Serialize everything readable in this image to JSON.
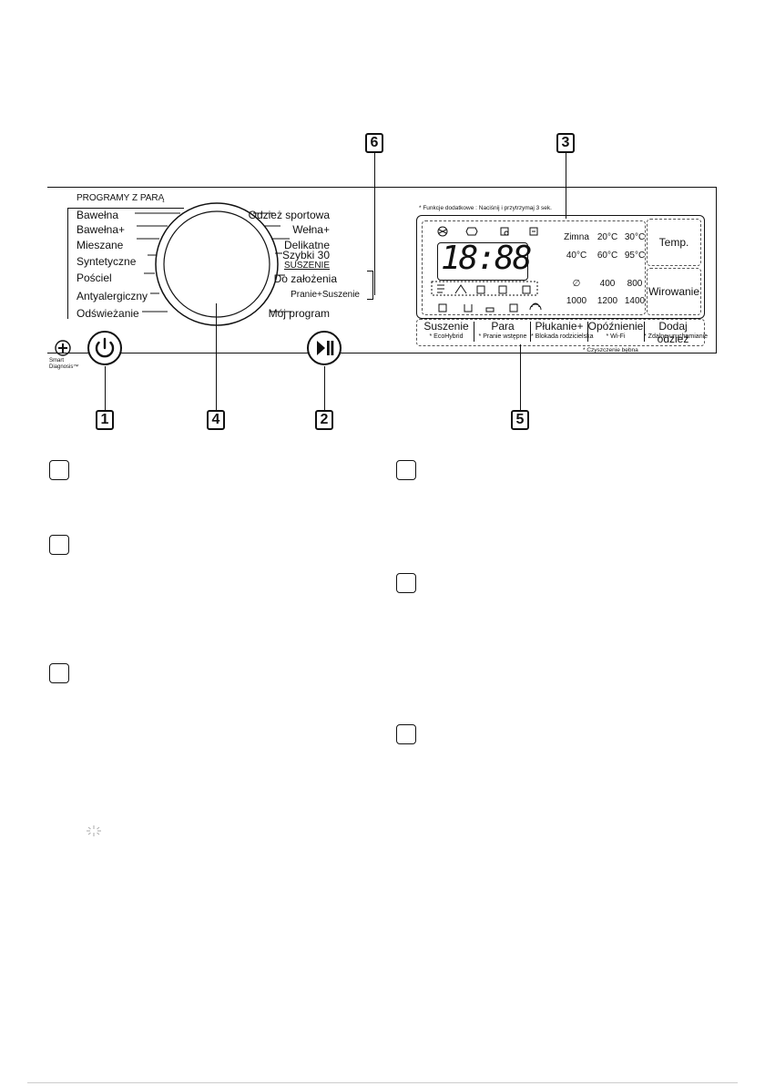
{
  "callouts": [
    "1",
    "2",
    "3",
    "4",
    "5",
    "6"
  ],
  "left_programs": {
    "header": "PROGRAMY Z PARĄ",
    "items": [
      "Bawełna",
      "Bawełna+",
      "Mieszane",
      "Syntetyczne",
      "Pościel",
      "Antyalergiczny",
      "Odświeżanie"
    ]
  },
  "right_programs": {
    "items": [
      "Odzież sportowa",
      "Wełna+",
      "Delikatne",
      "Szybki 30"
    ],
    "drying_header": "SUSZENIE",
    "drying_items": [
      "Do założenia",
      "Pranie+Suszenie"
    ],
    "last": "Mój program"
  },
  "smart_diagnosis": {
    "line1": "Smart",
    "line2": "Diagnosis™"
  },
  "display": {
    "note": "* Funkcje dodatkowe : Naciśnij i przytrzymaj 3 sek.",
    "digits": "18:88",
    "temps": [
      "Zimna",
      "20°C",
      "30°C",
      "40°C",
      "60°C",
      "95°C"
    ],
    "spins": [
      "400",
      "800",
      "1000",
      "1200",
      "1400"
    ],
    "temp_button": "Temp.",
    "spin_button": "Wirowanie"
  },
  "option_buttons": [
    {
      "label": "Suszenie",
      "sub": "* EcoHybrid"
    },
    {
      "label": "Para",
      "sub": "* Pranie wstępne"
    },
    {
      "label": "Płukanie+",
      "sub": "* Blokada rodzicielska"
    },
    {
      "label": "Opóźnienie",
      "sub": "* Wi-Fi"
    },
    {
      "label": "Dodaj odzież",
      "sub": "* Zdalne uruchamianie"
    }
  ],
  "drum_clean": "* Czyszczenie bębna"
}
